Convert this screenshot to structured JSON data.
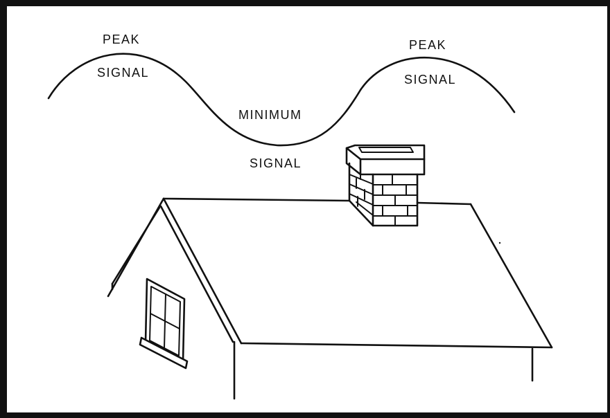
{
  "labels": {
    "left_peak_top": "PEAK",
    "left_peak_bottom": "SIGNAL",
    "minimum_top": "MINIMUM",
    "minimum_bottom": "SIGNAL",
    "right_peak_top": "PEAK",
    "right_peak_bottom": "SIGNAL"
  },
  "colors": {
    "line": "#111111",
    "background": "#ffffff"
  }
}
